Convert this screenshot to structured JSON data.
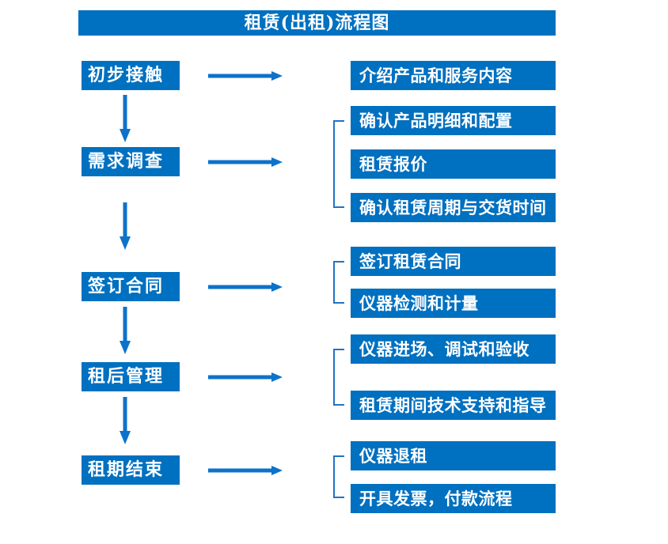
{
  "title": "租赁(出租)流程图",
  "colors": {
    "box_blue": "#0070c0",
    "arrow_blue": "#0d72c9",
    "bracket_blue": "#2273c3",
    "box_text": "#ffffff",
    "background": "#ffffff"
  },
  "stages": [
    {
      "label": "初步接触",
      "outputs": [
        "介绍产品和服务内容"
      ]
    },
    {
      "label": "需求调查",
      "outputs": [
        "确认产品明细和配置",
        "租赁报价",
        "确认租赁周期与交货时间"
      ]
    },
    {
      "label": "签订合同",
      "outputs": [
        "签订租赁合同",
        "仪器检测和计量"
      ]
    },
    {
      "label": "租后管理",
      "outputs": [
        "仪器进场、调试和验收",
        "租赁期间技术支持和指导"
      ]
    },
    {
      "label": "租期结束",
      "outputs": [
        "仪器退租",
        "开具发票，付款流程"
      ]
    }
  ]
}
